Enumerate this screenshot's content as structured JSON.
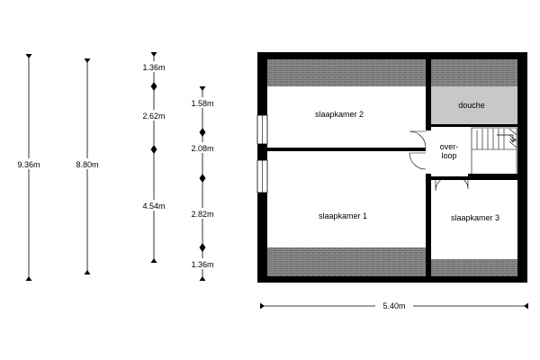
{
  "floor_plan": {
    "rooms": {
      "slaapkamer_2": "slaapkamer 2",
      "douche": "douche",
      "overloop_line1": "over-",
      "overloop_line2": "loop",
      "slaapkamer_1": "slaapkamer 1",
      "slaapkamer_3": "slaapkamer 3"
    },
    "dimensions": {
      "total_outer": "9.36m",
      "total_inner": "8.80m",
      "col_a_top": "1.36m",
      "col_a_mid": "2.62m",
      "col_a_low": "4.54m",
      "col_b_top": "1.58m",
      "col_b_mid": "2.08m",
      "col_b_low": "2.82m",
      "col_b_bottom": "1.36m",
      "width": "5.40m"
    },
    "colors": {
      "wall": "#000000",
      "roof_tile": "#7a7a7a",
      "douche_fill": "#c8c8c8",
      "dimension_line": "#000000"
    },
    "icons": {
      "dimension_tick": "arrowhead",
      "door": "door-swing-icon",
      "stairs": "stairs-icon",
      "window": "window-icon"
    }
  }
}
